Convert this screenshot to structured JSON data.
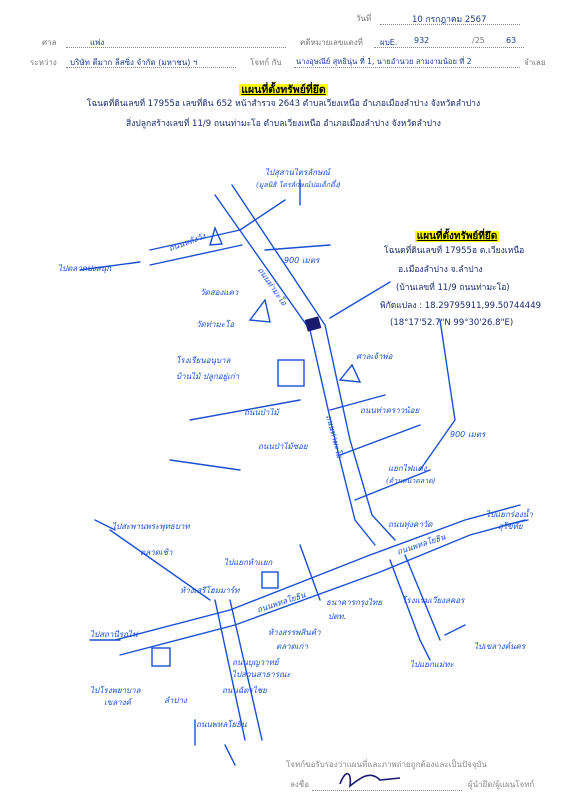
{
  "header": {
    "date_label": "วันที่",
    "date_value": "10 กรกฎาคม 2567",
    "court_label": "ศาล",
    "court_value": "แพ่ง",
    "case_label": "คดีหมายเลขแดงที่",
    "case_prefix": "ผบE.",
    "case_no": "932",
    "case_sep": "/25",
    "case_year": "63",
    "between_label": "ระหว่าง",
    "plaintiff": "บริษัท ตีมาก ลีสซิ่ง จำกัด (มหาชน) ฯ",
    "plaintiff_label": "โจทก์ กับ",
    "defendant": "นางอุษณีย์  สุหธินุ่น ที่ 1, นายอำนวย  สามงามน้อย ที่ 2",
    "defendant_label": "จำเลย"
  },
  "document": {
    "title": "แผนที่ตั้งทรัพย์ที่ยึด",
    "line1": "โฉนดที่ดินเลขที่ 17955ฮ เลขที่ดิน 652 หน้าสำรวจ 2643 ตำบลเวียงเหนือ อำเภอเมืองลำปาง จังหวัดลำปาง",
    "line2": "สิ่งปลูกสร้างเลขที่ 11/9 ถนนท่ามะโอ ตำบลเวียงเหนือ อำเภอเมืองลำปาง จังหวัดลำปาง"
  },
  "info_box": {
    "title": "แผนที่ตั้งทรัพย์ที่ยึด",
    "deed": "โฉนดที่ดินเลขที่ 17955ฮ ต.เวียงเหนือ",
    "district": "อ.เมืองลำปาง จ.ลำปาง",
    "house": "(บ้านเลขที่ 11/9 ถนนท่ามะโอ)",
    "coords": "พิกัดแปลง : 18.29795911,99.50744449",
    "dms": "(18°17'52.7\"N 99°30'26.8\"E)"
  },
  "map_labels": {
    "top_dest": "ไปสุสานไตรลักษณ์",
    "top_dest2": "(มูลนิธิ ไตรลักษณ์ปอเต็กตึ้ง)",
    "dist_900_top": "900 เมตร",
    "road_left_top": "ถนนหลังวัง",
    "road_tamao": "ถนนท่ามะโอ",
    "road_tamao_lower": "ถนนท่ามะโอ",
    "left_dest_top": "ไปตลาดปงสนุก",
    "temple_1": "วัดสองแคว",
    "temple_2": "วัดท่ามะโอ",
    "school": "โรงเรียนอนุบาล",
    "house_label": "บ้านไม้ ปลูกอยู่เก่า",
    "shrine": "ศาลเจ้าพ่อ",
    "alley_left": "ถนนป่าไม้",
    "alley_right": "ถนนท่าคราวน้อย",
    "alley_left2": "ถนนป่าไม้ซอย",
    "dist_900_right": "900 เมตร",
    "right_label": "แยกไฟแดง",
    "right_label2": "(ด้านหน้าตลาด)",
    "right_alley": "ถนนทุ่งคาวัด",
    "right_dest": "ไปแยกร่องน้ำ",
    "right_dest2": "สุโขทัย",
    "bottom_road": "ถนนพหลโยธิน",
    "bottom_road_left": "ถนนพหลโยธิน",
    "left_dest_mid": "ไปสะพานพระพุทธบาท",
    "left_market": "ตลาดเช้า",
    "left_branch": "ไปแยกห้าแยก",
    "left_shop": "ห้างเสรีโฮมมาร์ท",
    "bank": "ธนาคารกรุงไทย",
    "hotel": "โรงแรมเวียงลคอร",
    "center": "ห้างสรรพสินค้า",
    "left_dest_low": "ไปสถานีรถไฟ",
    "market_low": "ตลาดเก่า",
    "road_low": "ถนนบุญวาทย์",
    "fuel": "ปตท.",
    "bottom_dest": "ไปสวนสาธารณะ",
    "bottom_right_road": "ถนนฉัตรไชย",
    "bottom_right_dest": "ไปแยกแม่ทะ",
    "bottom_dest2": "ไปเขลางค์นคร",
    "bottom_left_dest": "ไปโรงพยาบาล",
    "bottom_left_dest2": "เขลางค์",
    "bottom_left_dest3": "ลำปาง",
    "bottom_road2": "ถนนพหลโยธิน"
  },
  "footer": {
    "certify": "โจทก์ขอรับรองว่าแผนที่และภาพถ่ายถูกต้องและเป็นปัจจุบัน",
    "sign_label": "ลงชื่อ",
    "sign_role": "ผู้นำยึด/ผู้แผนโจทก์"
  }
}
